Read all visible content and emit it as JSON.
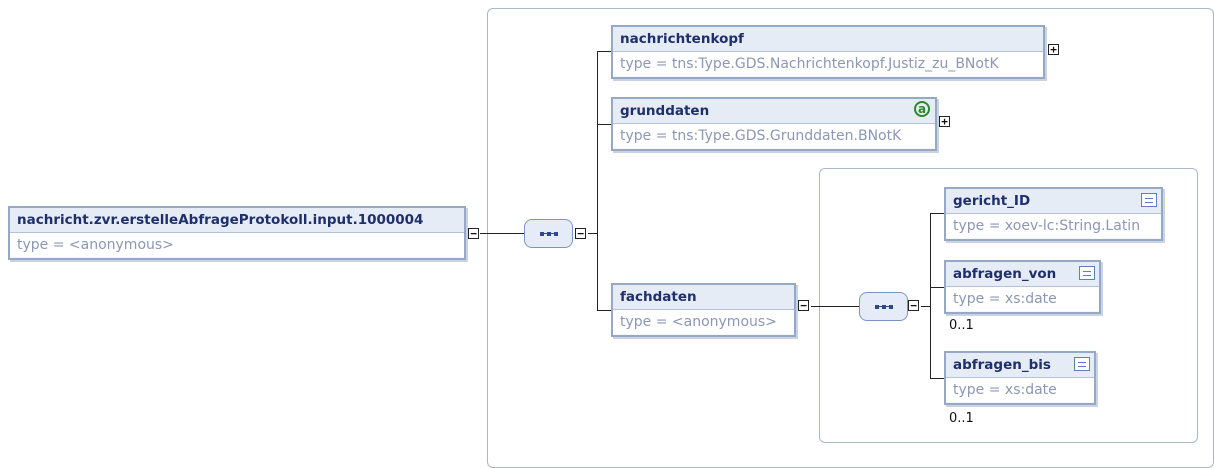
{
  "root": {
    "name": "nachricht.zvr.erstelleAbfrageProtokoll.input.1000004",
    "type": "type = <anonymous>"
  },
  "nachrichtenkopf": {
    "name": "nachrichtenkopf",
    "type": "type = tns:Type.GDS.Nachrichtenkopf.Justiz_zu_BNotK",
    "toggle": "+"
  },
  "grunddaten": {
    "name": "grunddaten",
    "type": "type = tns:Type.GDS.Grunddaten.BNotK",
    "toggle": "+",
    "attr_icon": "a"
  },
  "fachdaten": {
    "name": "fachdaten",
    "type": "type = <anonymous>",
    "toggle": "−"
  },
  "gericht_id": {
    "name": "gericht_ID",
    "type": "type = xoev-lc:String.Latin"
  },
  "abfragen_von": {
    "name": "abfragen_von",
    "type": "type = xs:date",
    "occurrence": "0..1"
  },
  "abfragen_bis": {
    "name": "abfragen_bis",
    "type": "type = xs:date",
    "occurrence": "0..1"
  },
  "toggles": {
    "collapse": "−"
  },
  "colors": {
    "border": "#97a8c6",
    "header_text": "#1e2f6b",
    "type_text": "#8c97b5",
    "attribute_icon": "#2a8a2a"
  }
}
